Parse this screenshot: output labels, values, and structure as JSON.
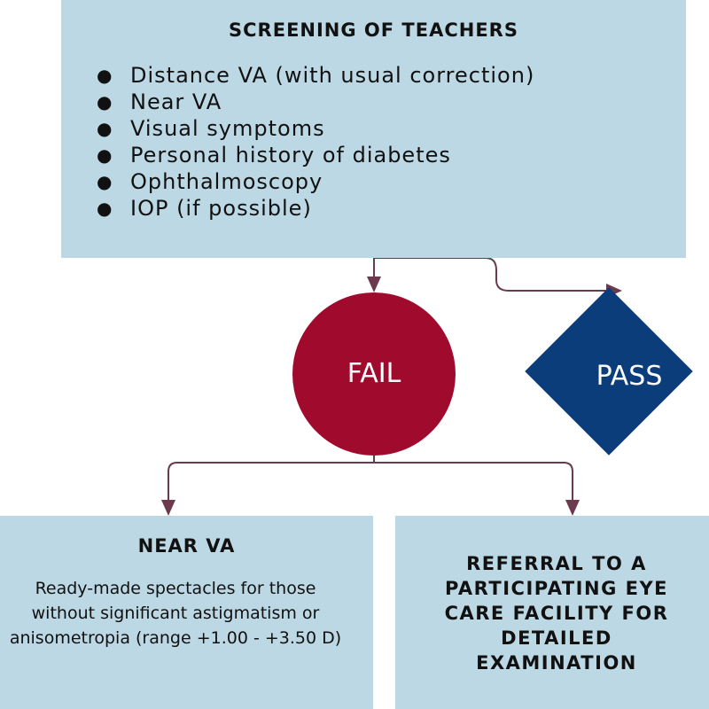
{
  "screening": {
    "title": "SCREENING OF TEACHERS",
    "items": [
      "Distance VA (with usual correction)",
      "Near VA",
      "Visual symptoms",
      "Personal history of diabetes",
      "Ophthalmoscopy",
      "IOP (if possible)"
    ]
  },
  "outcomes": {
    "fail_label": "FAIL",
    "pass_label": "PASS"
  },
  "near_va": {
    "title": "NEAR VA",
    "lines": [
      "Ready-made spectacles for those",
      "without significant astigmatism or",
      "anisometropia (range +1.00 - +3.50 D)"
    ]
  },
  "referral": {
    "lines": [
      "REFERRAL TO A",
      "PARTICIPATING EYE",
      "CARE FACILITY FOR",
      "DETAILED",
      "EXAMINATION"
    ]
  },
  "colors": {
    "box_fill": "#bcd8e5",
    "fail": "#a00b2d",
    "pass": "#0a3d7a",
    "connector": "#6b3a4e"
  }
}
